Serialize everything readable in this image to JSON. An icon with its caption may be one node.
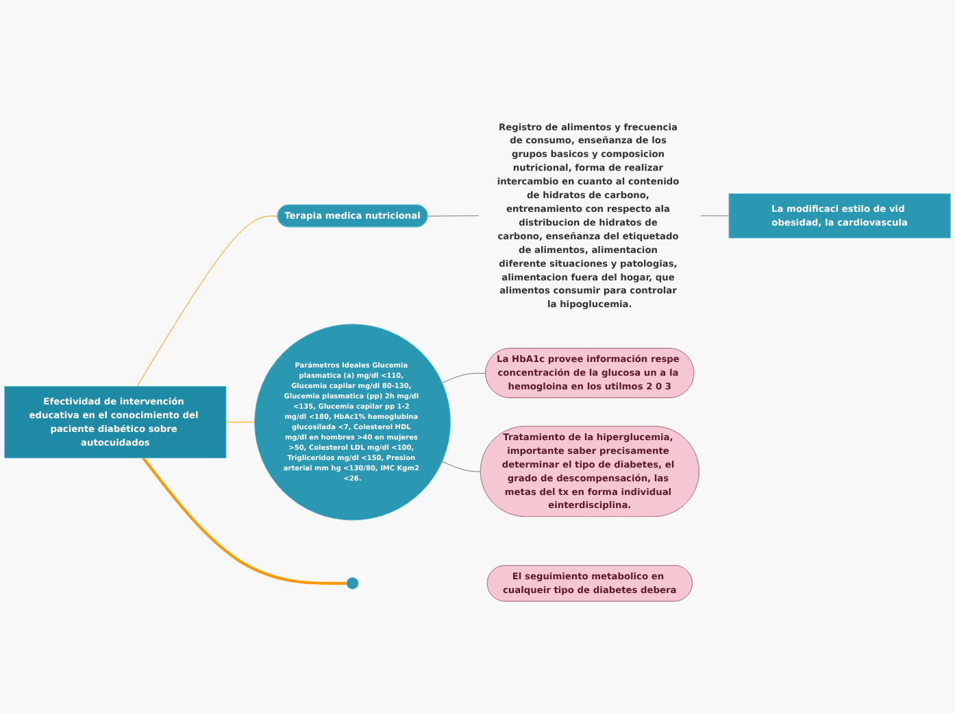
{
  "diagram": {
    "nodes": [
      {
        "text": [
          "Efectividad de intervención educativa en el conocimiento del paciente diabético sobre autocuidados"
        ]
      },
      {
        "text": [
          "Terapia medica nutricional"
        ]
      },
      {
        "text": [
          "Registro de alimentos y frecuencia de consumo, enseñanza de los grupos basicos y composicion nutricional, forma de realizar intercambio en cuanto al contenido de hidratos de carbono, entrenamiento con respecto ala distribucion de hidratos de carbono, enseñanza del etiquetado de alimentos, alimentacion diferente situaciones y patologias, alimentacion fuera del hogar, que alimentos consumir para controlar la hipoglucemia."
        ]
      },
      {
        "text": [
          "La modificaci estilo de vid obesidad, la cardiovascula"
        ]
      },
      {
        "text": [
          "Parámetros Ideales Glucemia plasmatica (a) mg/dl <110, Glucemia capilar mg/dl 80-130, Glucemia plasmatica (pp) 2h mg/dl <135, Glucemia capilar pp 1-2 mg/dl <180, HbAc1% hemoglubina glucosilada <7, Colesterol HDL mg/dl en hombres >40 en mujeres >50, Colesterol LDL mg/dl <100, Trigliceridos mg/dl <150, Presion arterial mm hg <130/80, IMC Kgm2 <26."
        ]
      },
      {
        "text": [
          "La HbA1c provee información respe concentración de la glucosa un a la hemogloina en los utilmos 2 0 3"
        ]
      },
      {
        "text": [
          "Tratamiento de la hiperglucemia, importante saber precisamente determinar el tipo de diabetes, el grado de descompensación, las metas del tx en forma individual einterdisciplina."
        ]
      },
      {
        "text": [],
        "shape": "circle"
      },
      {
        "text": [
          "El seguimiento metabolico en cualqueir tipo de diabetes debera"
        ]
      }
    ],
    "edges": [
      {
        "from": 0,
        "to": 1,
        "arrow": "none",
        "color": "#ff9900"
      },
      {
        "from": 1,
        "to": 2,
        "arrow": "none"
      },
      {
        "from": 2,
        "to": 3,
        "arrow": "none"
      },
      {
        "from": 0,
        "to": 4,
        "arrow": "none",
        "color": "#ff9900"
      },
      {
        "from": 4,
        "to": 5,
        "arrow": "none"
      },
      {
        "from": 4,
        "to": 6,
        "arrow": "none"
      },
      {
        "from": 0,
        "to": 7,
        "arrow": "none",
        "style": "thick",
        "color": "#ff9900"
      }
    ]
  }
}
